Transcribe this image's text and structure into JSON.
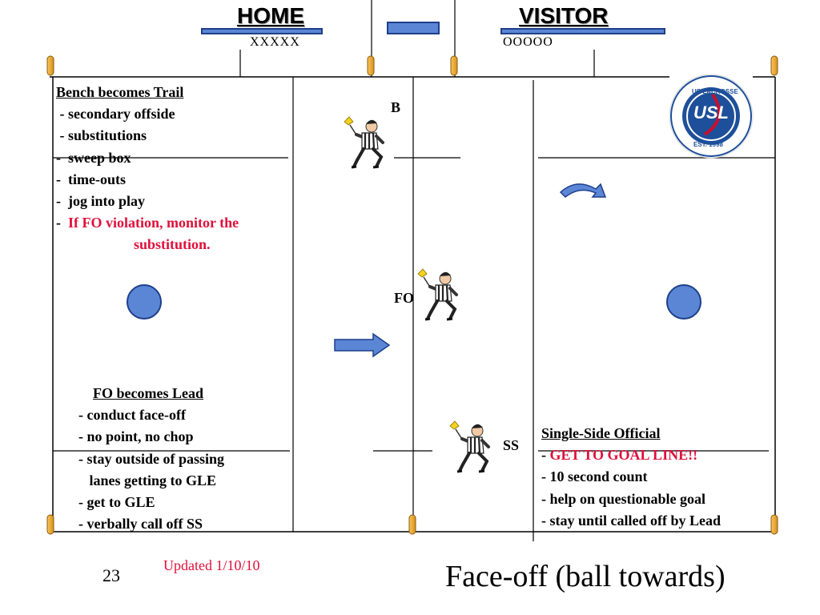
{
  "header": {
    "home": "HOME",
    "home_sub": "XXXXX",
    "visitor": "VISITOR",
    "visitor_sub": "OOOOO"
  },
  "bench_block": {
    "title": "Bench becomes Trail",
    "lines": [
      " - secondary offside",
      " - substitutions",
      "-  sweep box",
      "-  time-outs",
      "-  jog into play"
    ],
    "red_prefix": "-  ",
    "red_line1": "If FO violation, monitor the",
    "red_line2": "substitution."
  },
  "fo_block": {
    "title": "FO becomes Lead",
    "lines": [
      "- conduct face-off",
      "- no point, no chop",
      "- stay outside of passing",
      "   lanes getting to GLE",
      "- get to GLE",
      "- verbally call off SS"
    ]
  },
  "ss_block": {
    "title": "Single-Side Official",
    "line1_prefix": "- ",
    "line1": "GET TO GOAL LINE!!",
    "lines": [
      "- 10 second count",
      "- help on questionable goal",
      "- stay until called off by Lead"
    ]
  },
  "official_labels": {
    "trail": "B",
    "face_off": "FO",
    "single_side": "SS"
  },
  "logo": {
    "top_text": "US LACROSSE",
    "center_text": "USL",
    "bottom_text": "EST. 1998"
  },
  "footer": {
    "slide_number": "23",
    "updated": "Updated 1/10/10",
    "title": "Face-off (ball towards)"
  },
  "colors": {
    "accent_blue": "#5b86d6",
    "dark_blue": "#1e3f8a",
    "red_text": "#e0103b",
    "pylon": "#f2b23a"
  }
}
